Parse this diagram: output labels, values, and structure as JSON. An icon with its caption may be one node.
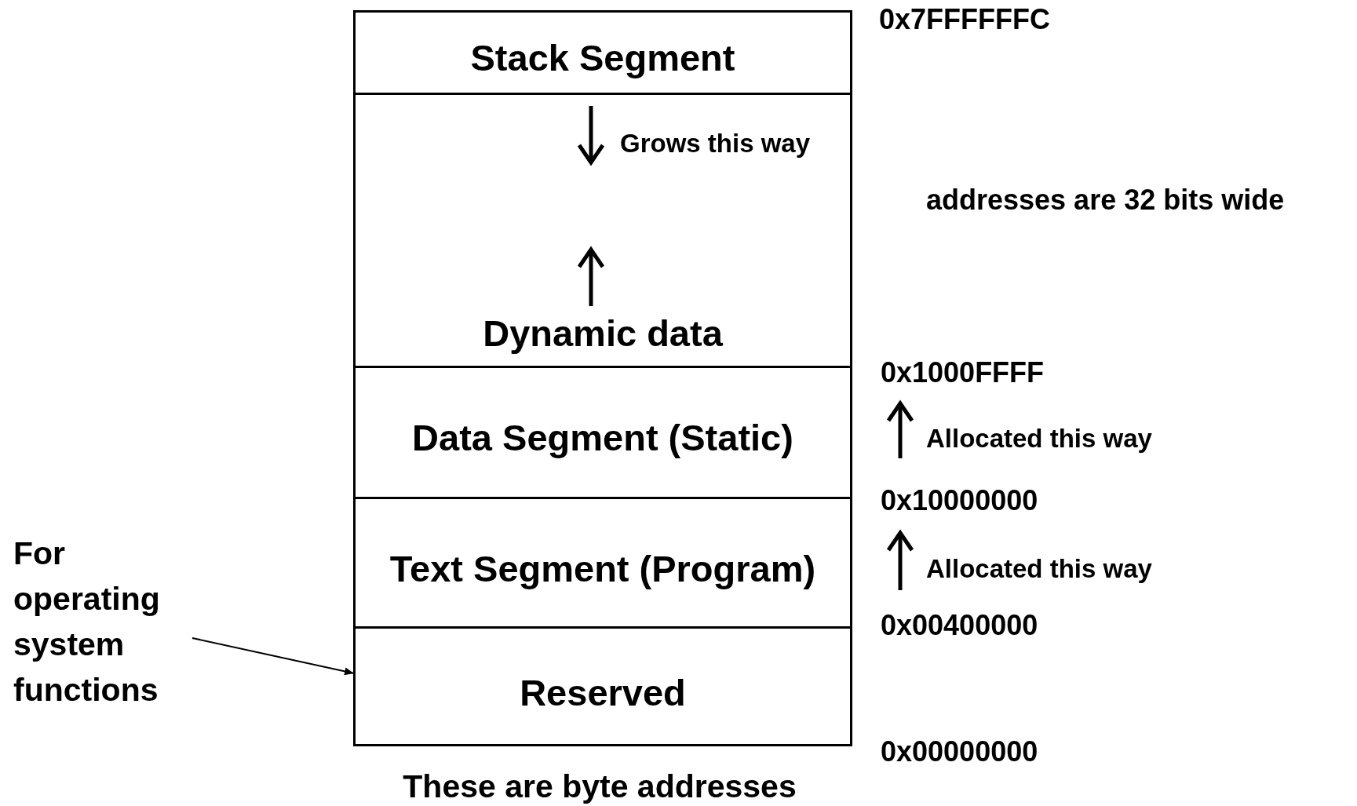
{
  "diagram": {
    "nodes": [
      {
        "text": [
          "Stack Segment"
        ]
      },
      {
        "text": [
          "Dynamic data"
        ]
      },
      {
        "text": [
          "Data Segment (Static)"
        ]
      },
      {
        "text": [
          "Text Segment (Program)"
        ]
      },
      {
        "text": [
          "Reserved"
        ]
      },
      {
        "text": [
          "For operating system functions"
        ]
      }
    ],
    "edges": [
      {
        "from": 5,
        "to": 4,
        "arrow": "to"
      }
    ],
    "labels": [
      "0x7FFFFFFC",
      "Grows this way",
      "addresses are 32 bits wide",
      "0x1000FFFF",
      "Allocated this way",
      "0x10000000",
      "Allocated this way",
      "0x00400000",
      "0x00000000",
      "These are byte addresses"
    ]
  }
}
